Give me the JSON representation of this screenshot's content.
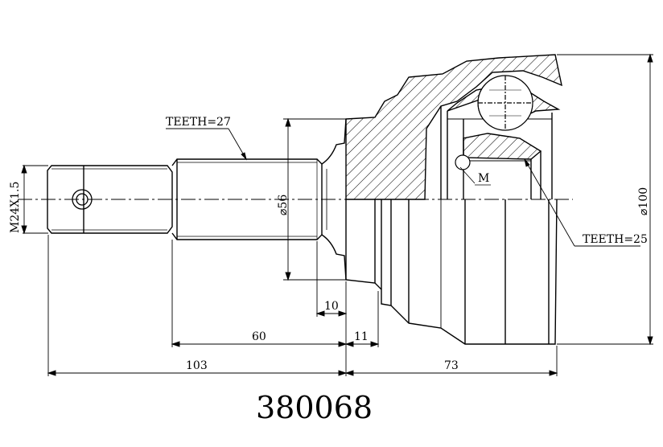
{
  "part_number": "380068",
  "labels": {
    "teeth_outer": "TEETH=27",
    "teeth_inner": "TEETH=25",
    "thread": "M24X1.5",
    "sensor_mark": "M"
  },
  "dimensions": {
    "shaft_diameter": "⌀56",
    "bell_diameter": "⌀100",
    "shoulder_length": "10",
    "spline_length": "60",
    "flange_offset": "11",
    "stub_length": "103",
    "bell_length": "73"
  },
  "colors": {
    "line": "#000000",
    "background": "#ffffff"
  }
}
